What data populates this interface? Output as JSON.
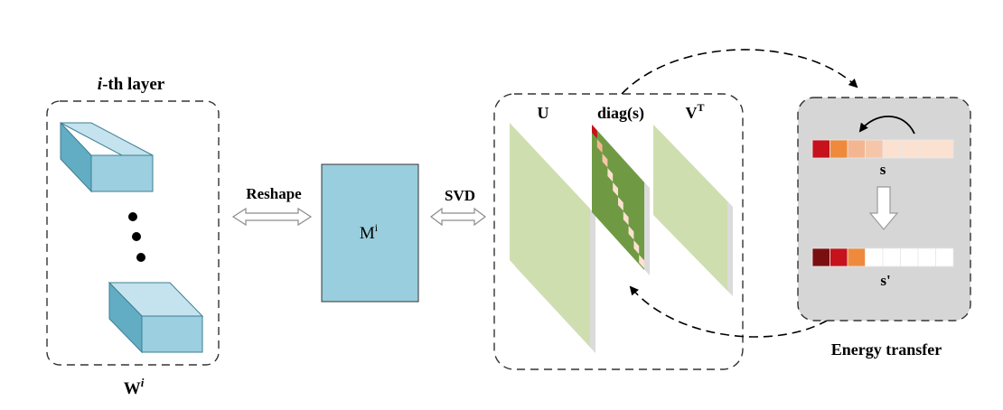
{
  "layer": {
    "title_italic": "i",
    "title_rest": "-th layer",
    "weight_base": "W",
    "weight_sup": "i"
  },
  "reshape": {
    "label": "Reshape"
  },
  "matrix": {
    "base": "M",
    "sup": "i"
  },
  "svd": {
    "label": "SVD",
    "u_label": "U",
    "diag_label": "diag(s)",
    "vt_base": "V",
    "vt_sup": "T"
  },
  "energy": {
    "title": "Energy transfer",
    "s_label": "s",
    "s_prime_label": "s'",
    "s_colors": [
      "#c5121c",
      "#ef8a3c",
      "#f4b690",
      "#f6c6aa",
      "#fbe1d0",
      "#fbe1d0",
      "#fbe1d0",
      "#fbe1d0"
    ],
    "s_prime_colors": [
      "#7a0f12",
      "#c5121c",
      "#ef8a3c",
      "#ffffff",
      "#ffffff",
      "#ffffff",
      "#ffffff",
      "#ffffff"
    ]
  },
  "colors": {
    "cube_front": "#9ccfdf",
    "cube_top": "#c4e3ee",
    "cube_side": "#62adc4",
    "matrix_fill": "#98cedd",
    "u_v_fill": "#cfdeaf",
    "diag_fill": "#6f9a43",
    "energy_bg": "#d6d6d6"
  }
}
